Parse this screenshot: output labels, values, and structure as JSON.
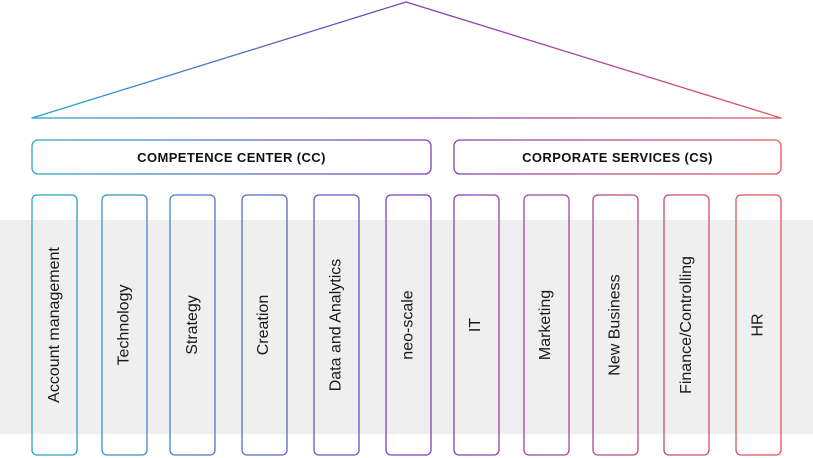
{
  "groups": {
    "competence_center": "COMPETENCE CENTER (CC)",
    "corporate_services": "CORPORATE SERVICES (CS)"
  },
  "pillars": [
    "Account management",
    "Technology",
    "Strategy",
    "Creation",
    "Data and Analytics",
    "neo-scale",
    "IT",
    "Marketing",
    "New Business",
    "Finance/Controlling",
    "HR"
  ],
  "colors": {
    "gradient_start": "#2aa6c8",
    "gradient_mid": "#7b3fbf",
    "gradient_end": "#e8545a",
    "band": "#efefef",
    "text": "#1a1a1a"
  }
}
